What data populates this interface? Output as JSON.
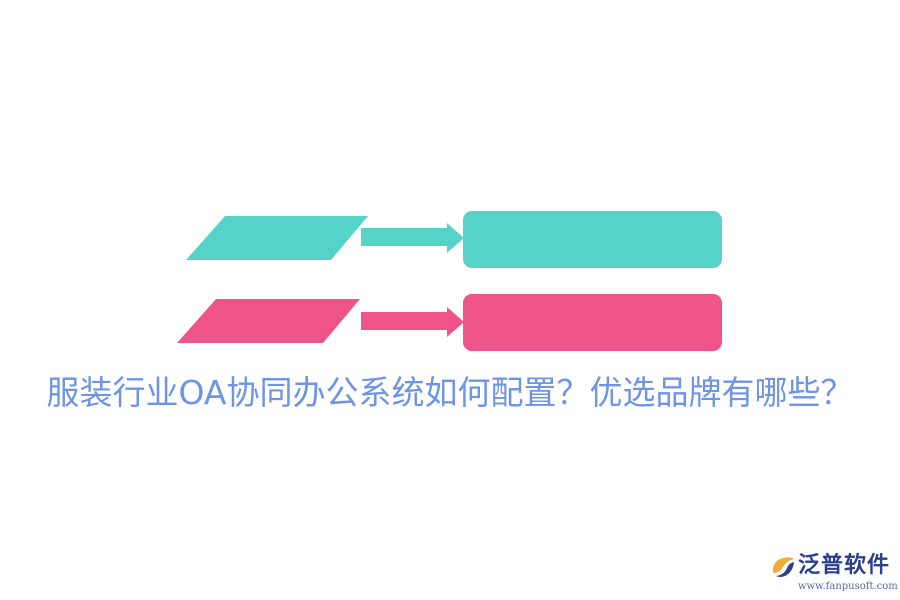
{
  "diagram": {
    "rows": [
      {
        "name": "teal-row",
        "color": "#55d3c9"
      },
      {
        "name": "pink-row",
        "color": "#ee5487"
      }
    ]
  },
  "title": {
    "text": "服装行业OA协同办公系统如何配置？优选品牌有哪些？",
    "color": "#6d94e8"
  },
  "logo": {
    "name": "泛普软件",
    "url": "www.fanpusoft.com",
    "name_color": "#2b3f8f",
    "url_color": "#5a6aa6",
    "mark_colors": [
      "#f0a93b",
      "#2b3f8f"
    ]
  }
}
